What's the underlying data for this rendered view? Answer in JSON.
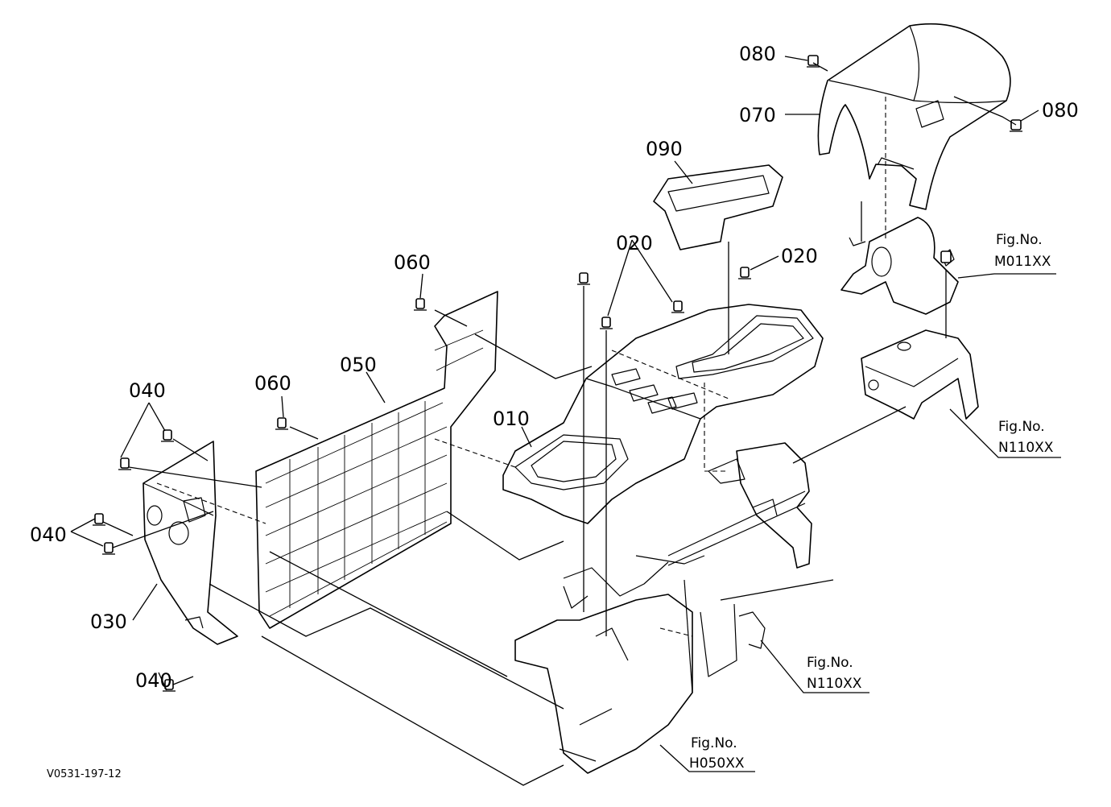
{
  "part_labels": {
    "p010": "010",
    "p020a": "020",
    "p020b": "020",
    "p030": "030",
    "p040a": "040",
    "p040b": "040",
    "p040c": "040",
    "p050": "050",
    "p060a": "060",
    "p060b": "060",
    "p070": "070",
    "p080a": "080",
    "p080b": "080",
    "p090": "090"
  },
  "figure_refs": {
    "m011": {
      "line1": "Fig.No.",
      "line2": "M011XX"
    },
    "n110a": {
      "line1": "Fig.No.",
      "line2": "N110XX"
    },
    "n110b": {
      "line1": "Fig.No.",
      "line2": "N110XX"
    },
    "h050": {
      "line1": "Fig.No.",
      "line2": "H050XX"
    }
  },
  "diagram_code": "V0531-197-12"
}
